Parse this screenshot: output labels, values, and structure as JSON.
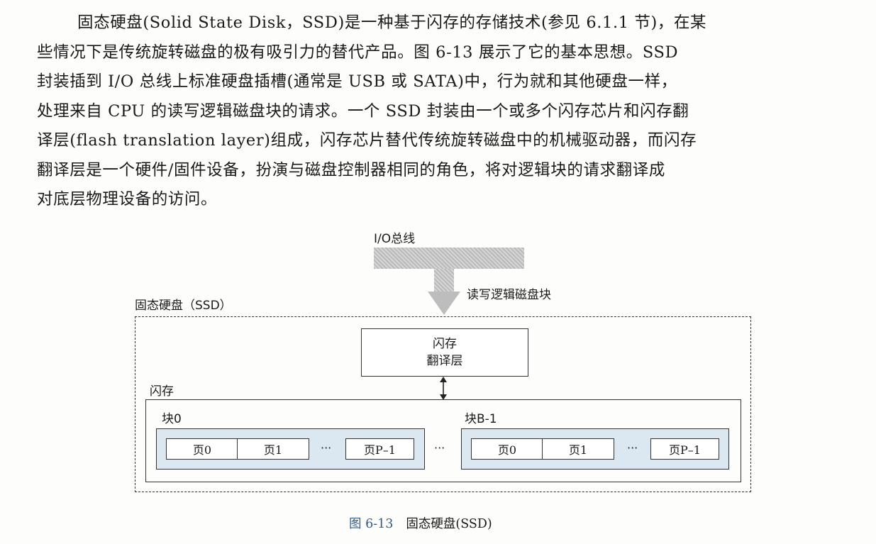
{
  "paragraph": {
    "lines": [
      "固态硬盘(Solid State Disk，SSD)是一种基于闪存的存储技术(参见 6.1.1 节)，在某",
      "些情况下是传统旋转磁盘的极有吸引力的替代产品。图 6-13 展示了它的基本思想。SSD",
      "封装插到 I/O 总线上标准硬盘插槽(通常是 USB 或 SATA)中，行为就和其他硬盘一样，",
      "处理来自 CPU 的读写逻辑磁盘块的请求。一个 SSD 封装由一个或多个闪存芯片和闪存翻",
      "译层(flash translation layer)组成，闪存芯片替代传统旋转磁盘中的机械驱动器，而闪存",
      "翻译层是一个硬件/固件设备，扮演与磁盘控制器相同的角色，将对逻辑块的请求翻译成",
      "对底层物理设备的访问。"
    ]
  },
  "figure": {
    "bus_label": "I/O总线",
    "rw_label": "读写逻辑磁盘块",
    "ssd_label": "固态硬盘（SSD）",
    "ftl_line1": "闪存",
    "ftl_line2": "翻译层",
    "flash_label": "闪存",
    "block0_label": "块0",
    "blockB_label": "块B-1",
    "page0": "页0",
    "page1": "页1",
    "pageP": "页P–1",
    "ellipsis": "···",
    "caption_num": "图 6-13",
    "caption_text": "固态硬盘(SSD)"
  },
  "colors": {
    "block_fill": "#dbe8f2",
    "caption_num": "#2d5b8a"
  }
}
